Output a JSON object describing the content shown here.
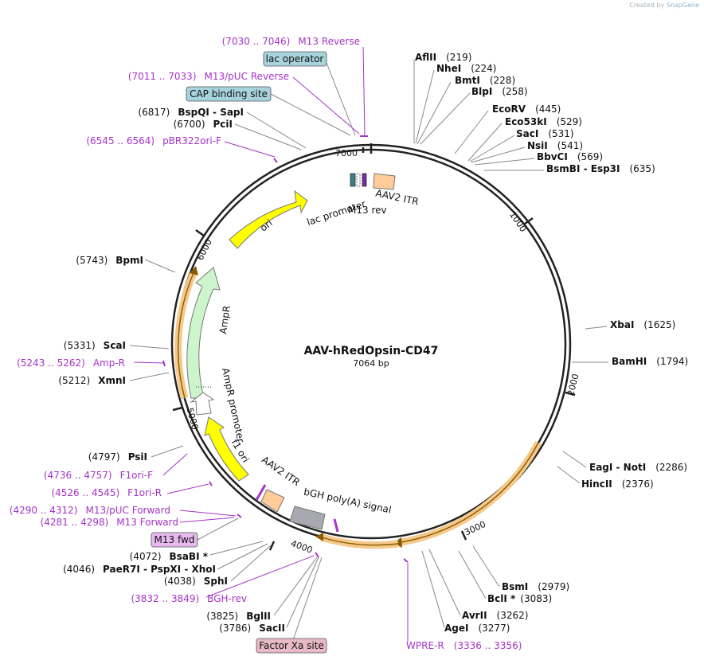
{
  "credit": {
    "prefix": "Created by",
    "brand": "SnapGene"
  },
  "plasmid": {
    "name": "AAV-hRedOpsin-CD47",
    "size_label": "7064 bp"
  },
  "ticks": [
    "1000",
    "2000",
    "3000",
    "4000",
    "5000",
    "6000",
    "7000"
  ],
  "enzymes": [
    {
      "name": "AflII",
      "pos": "(219)"
    },
    {
      "name": "NheI",
      "pos": "(224)"
    },
    {
      "name": "BmtI",
      "pos": "(228)"
    },
    {
      "name": "BlpI",
      "pos": "(258)"
    },
    {
      "name": "EcoRV",
      "pos": "(445)"
    },
    {
      "name": "Eco53kI",
      "pos": "(529)"
    },
    {
      "name": "SacI",
      "pos": "(531)"
    },
    {
      "name": "NsiI",
      "pos": "(541)"
    },
    {
      "name": "BbvCI",
      "pos": "(569)"
    },
    {
      "name": "BsmBI - Esp3I",
      "pos": "(635)"
    },
    {
      "name": "XbaI",
      "pos": "(1625)"
    },
    {
      "name": "BamHI",
      "pos": "(1794)"
    },
    {
      "name": "EagI - NotI",
      "pos": "(2286)"
    },
    {
      "name": "HincII",
      "pos": "(2376)"
    },
    {
      "name": "BsmI",
      "pos": "(2979)"
    },
    {
      "name": "BclI *",
      "pos": "(3083)"
    },
    {
      "name": "AvrII",
      "pos": "(3262)"
    },
    {
      "name": "AgeI",
      "pos": "(3277)"
    },
    {
      "name": "BglII",
      "pos": "(3825)"
    },
    {
      "name": "SacII",
      "pos": "(3786)"
    },
    {
      "name": "SphI",
      "pos": "(4038)"
    },
    {
      "name": "PaeR7I - PspXI - XhoI",
      "pos": "(4046)"
    },
    {
      "name": "BsaBI *",
      "pos": "(4072)"
    },
    {
      "name": "PsiI",
      "pos": "(4797)"
    },
    {
      "name": "XmnI",
      "pos": "(5212)"
    },
    {
      "name": "ScaI",
      "pos": "(5331)"
    },
    {
      "name": "BpmI",
      "pos": "(5743)"
    },
    {
      "name": "PciI",
      "pos": "(6700)"
    },
    {
      "name": "BspQI - SapI",
      "pos": "(6817)"
    }
  ],
  "primers": [
    {
      "range": "(7030 .. 7046)",
      "name": "M13 Reverse"
    },
    {
      "range": "(7011 .. 7033)",
      "name": "M13/pUC Reverse"
    },
    {
      "range": "(6545 .. 6564)",
      "name": "pBR322ori-F"
    },
    {
      "range": "(5243 .. 5262)",
      "name": "Amp-R"
    },
    {
      "range": "(4736 .. 4757)",
      "name": "F1ori-F"
    },
    {
      "range": "(4526 .. 4545)",
      "name": "F1ori-R"
    },
    {
      "range": "(4290 .. 4312)",
      "name": "M13/pUC Forward"
    },
    {
      "range": "(4281 .. 4298)",
      "name": "M13 Forward"
    },
    {
      "range": "(3832 .. 3849)",
      "name": "BGH-rev"
    },
    {
      "range": "(3336 .. 3356)",
      "name": "WPRE-R"
    }
  ],
  "boxed_features": [
    {
      "name": "lac operator",
      "color": "#a7d3dc"
    },
    {
      "name": "CAP binding site",
      "color": "#a7d3dc"
    },
    {
      "name": "M13 fwd",
      "color": "#e7b9ef"
    },
    {
      "name": "Factor Xa site",
      "color": "#e8b9c6"
    }
  ],
  "features": [
    {
      "name": "lac promoter"
    },
    {
      "name": "M13 rev"
    },
    {
      "name": "AAV2 ITR"
    },
    {
      "name": "ori",
      "color": "#ffff00"
    },
    {
      "name": "AmpR",
      "color": "#ccf5cc"
    },
    {
      "name": "AmpR promoter"
    },
    {
      "name": "f1 ori",
      "color": "#ffff00"
    },
    {
      "name": "AAV2 ITR"
    },
    {
      "name": "bGH poly(A) signal"
    }
  ],
  "colors": {
    "ring": "#222222",
    "orf": "#f5c98a",
    "primer": "#a633c8",
    "itr": "#ffcc99",
    "bgh": "#a8a8b0"
  }
}
